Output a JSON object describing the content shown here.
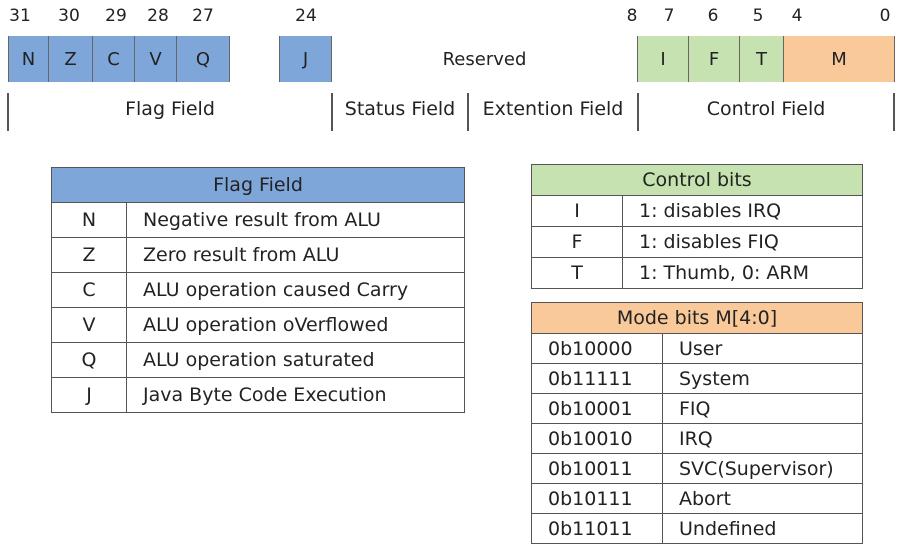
{
  "bit_numbers": [
    "31",
    "30",
    "29",
    "28",
    "27",
    "24",
    "8",
    "7",
    "6",
    "5",
    "4",
    "0"
  ],
  "register_cells": {
    "n": "N",
    "z": "Z",
    "c": "C",
    "v": "V",
    "q": "Q",
    "j": "J",
    "reserved": "Reserved",
    "i": "I",
    "f": "F",
    "t": "T",
    "m": "M"
  },
  "fields": {
    "flag": "Flag Field",
    "status": "Status Field",
    "extension": "Extention Field",
    "control": "Control Field"
  },
  "flag_table": {
    "title": "Flag Field",
    "rows": [
      {
        "bit": "N",
        "desc": "Negative result from ALU"
      },
      {
        "bit": "Z",
        "desc": "Zero result from ALU"
      },
      {
        "bit": "C",
        "desc": "ALU operation caused Carry"
      },
      {
        "bit": "V",
        "desc": "ALU operation oVerflowed"
      },
      {
        "bit": "Q",
        "desc": "ALU operation saturated"
      },
      {
        "bit": "J",
        "desc": "Java Byte Code Execution"
      }
    ]
  },
  "control_table": {
    "title": "Control bits",
    "rows": [
      {
        "bit": "I",
        "desc": "1: disables IRQ"
      },
      {
        "bit": "F",
        "desc": "1: disables FIQ"
      },
      {
        "bit": "T",
        "desc": "1: Thumb, 0: ARM"
      }
    ]
  },
  "mode_table": {
    "title": "Mode bits M[4:0]",
    "rows": [
      {
        "code": "0b10000",
        "mode": "User"
      },
      {
        "code": "0b11111",
        "mode": "System"
      },
      {
        "code": "0b10001",
        "mode": "FIQ"
      },
      {
        "code": "0b10010",
        "mode": "IRQ"
      },
      {
        "code": "0b10011",
        "mode": "SVC(Supervisor)"
      },
      {
        "code": "0b10111",
        "mode": "Abort"
      },
      {
        "code": "0b11011",
        "mode": "Undefined"
      }
    ]
  },
  "colors": {
    "flag_blue": "#7fa6d9",
    "control_green": "#c5e2b0",
    "mode_orange": "#f9c99a"
  }
}
